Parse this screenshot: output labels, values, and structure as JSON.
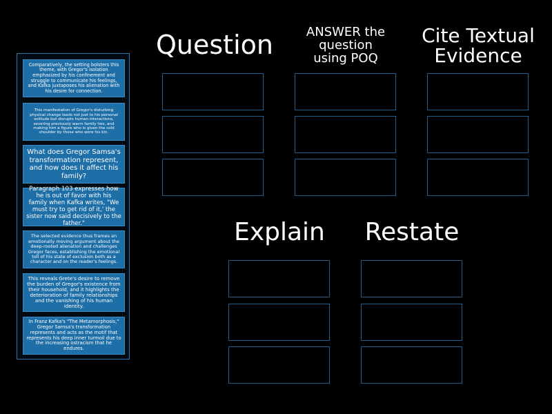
{
  "columns": {
    "question": {
      "title": "Question"
    },
    "answer": {
      "title": "ANSWER the\nquestion\nusing POQ"
    },
    "cite": {
      "title": "Cite Textual\nEvidence"
    },
    "explain": {
      "title": "Explain"
    },
    "restate": {
      "title": "Restate"
    }
  },
  "cards": [
    {
      "text": "Comparatively, the setting bolsters this theme, with Gregor's isolation emphasized by his confinement and struggle to communicate his feelings, and Kafka juxtaposes his alienation with his desire for connection."
    },
    {
      "text": "This manifestation of Gregor's disturbing physical change leads not just to his personal solitude but disrupts human interactions, severing previously warm family ties, and making him a figure who is given the cold shoulder by those who were his kin."
    },
    {
      "text": "What does Gregor Samsa's transformation represent, and how does it affect his family?"
    },
    {
      "text": "Paragraph 103 expresses how he is out of favor with his family when Kafka writes, \"We must try to get rid of it,' the sister now said decisively to the father.\""
    },
    {
      "text": "The selected evidence thus frames an emotionally moving argument about the deep-rooted alienation and challenges Gregor faces, establishing the emotional toll of his state of exclusion both as a character and on the reader's feelings."
    },
    {
      "text": "This reveals Grete's desire to remove the burden of Gregor's existence from their household, and it highlights the deterioration of family relationships and the vanishing of his human identity."
    },
    {
      "text": "In Franz Kafka's \"The Metamorphosis,\" Gregor Samsa's transformation represents and acts as the motif that represents his deep inner turmoil due to the increasing ostracism that he endures."
    }
  ],
  "colors": {
    "background": "#000000",
    "card": "#1e6ea7",
    "card_border": "#3a8cc6",
    "zone_border": "#1f5f8a",
    "tray_border": "#2a7ab0"
  }
}
